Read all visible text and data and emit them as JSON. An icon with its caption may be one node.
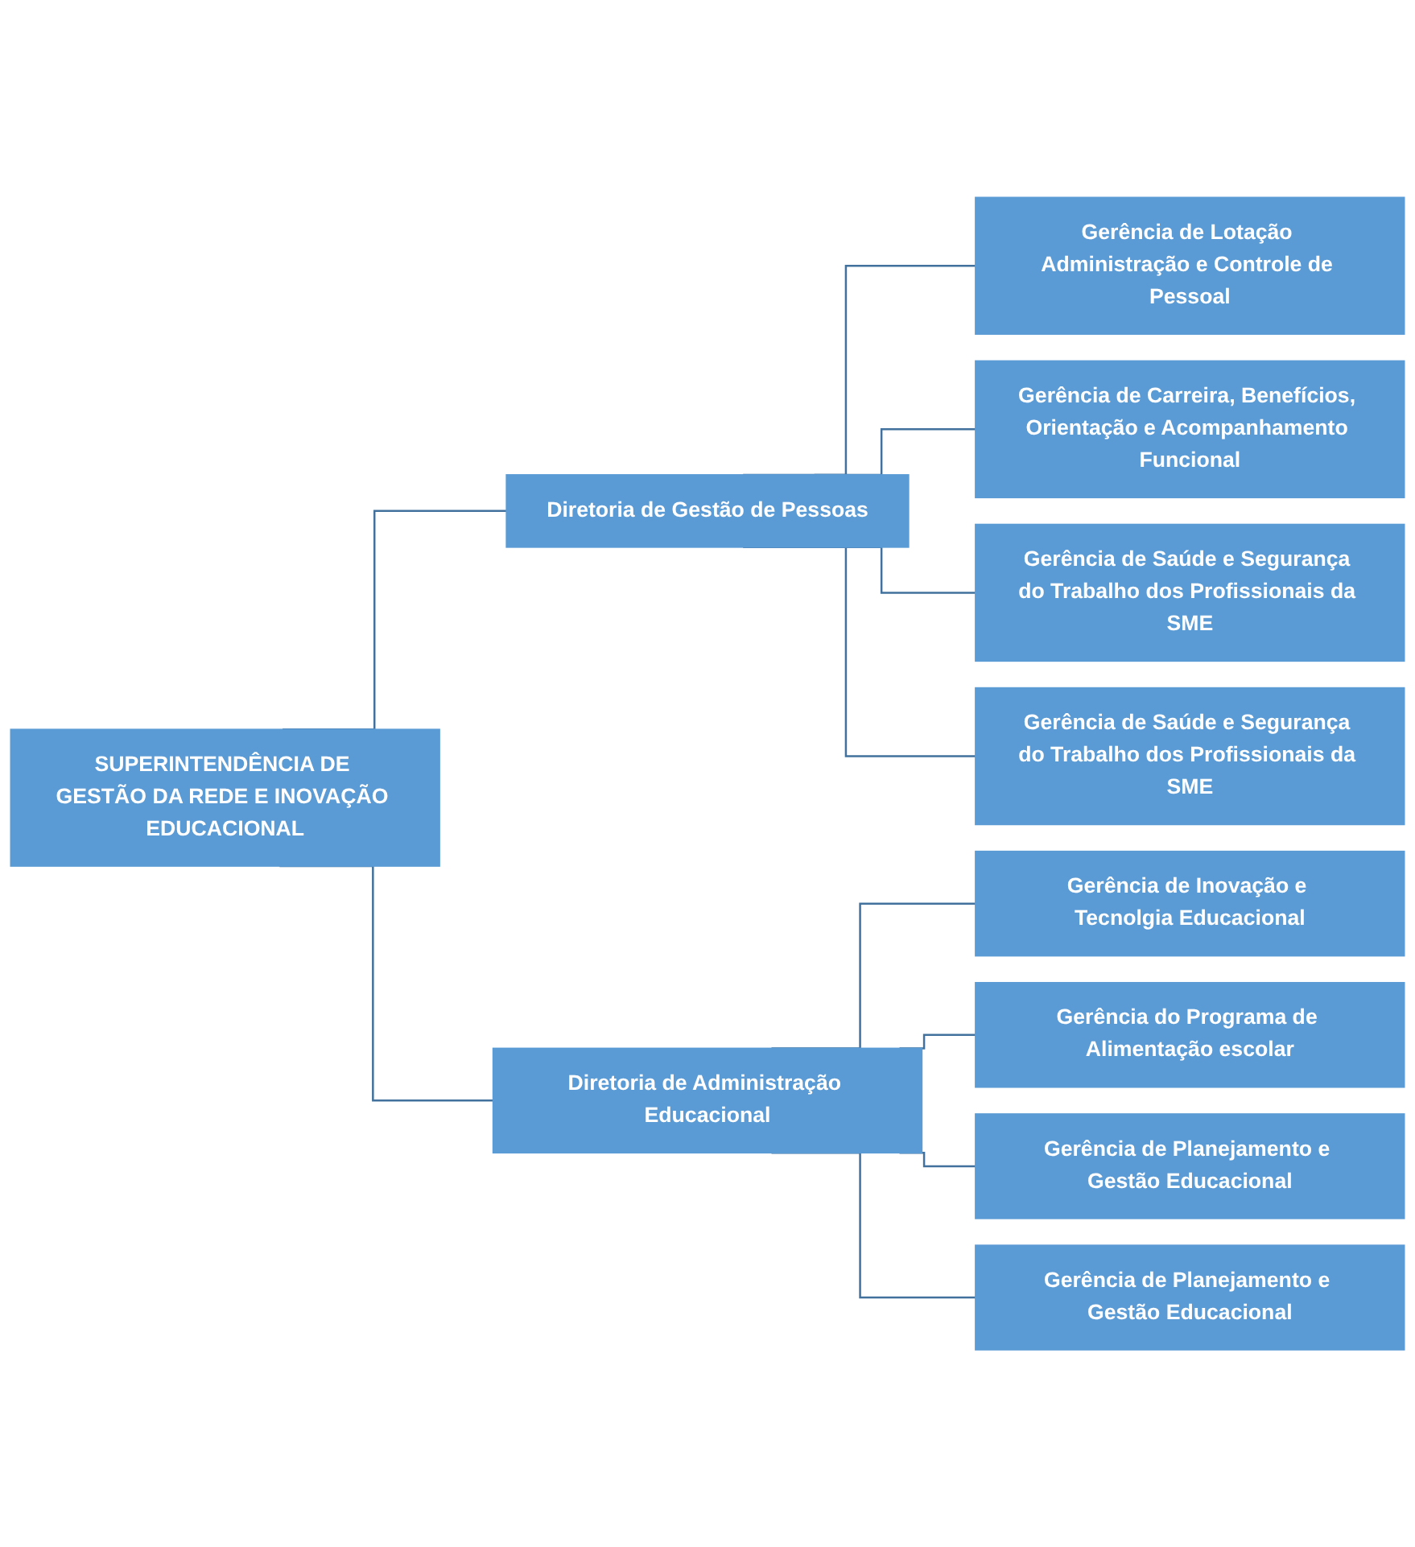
{
  "diagram": {
    "nodes": [
      {
        "text": [
          "SUPERINTENDÊNCIA DE GESTÃO DA REDE E INOVAÇÃO EDUCACIONAL"
        ]
      },
      {
        "text": [
          "Diretoria de Gestão de Pessoas"
        ]
      },
      {
        "text": [
          "Gerência de Lotação Administração e Controle de Pessoal"
        ]
      },
      {
        "text": [
          "Gerência de Carreira, Benefícios, Orientação e Acompanhamento Funcional"
        ]
      },
      {
        "text": [
          "Gerência de Saúde e Segurança do Trabalho dos Profissionais da SME"
        ]
      },
      {
        "text": [
          "Gerência de Saúde e Segurança do Trabalho dos Profissionais da SME"
        ]
      },
      {
        "text": [
          "Diretoria de Administração Educacional"
        ]
      },
      {
        "text": [
          "Gerência de Inovação e Tecnolgia Educacional"
        ]
      },
      {
        "text": [
          "Gerência do Programa de Alimentação escolar"
        ]
      },
      {
        "text": [
          "Gerência de Planejamento e Gestão Educacional"
        ]
      },
      {
        "text": [
          "Gerência de Planejamento e Gestão Educacional"
        ]
      }
    ],
    "edges": [
      {
        "from": 0,
        "to": 1,
        "arrow": "none"
      },
      {
        "from": 0,
        "to": 6,
        "arrow": "none"
      },
      {
        "from": 1,
        "to": 2,
        "arrow": "none"
      },
      {
        "from": 1,
        "to": 3,
        "arrow": "none"
      },
      {
        "from": 1,
        "to": 4,
        "arrow": "none"
      },
      {
        "from": 1,
        "to": 5,
        "arrow": "none"
      },
      {
        "from": 6,
        "to": 7,
        "arrow": "none"
      },
      {
        "from": 6,
        "to": 8,
        "arrow": "none"
      },
      {
        "from": 6,
        "to": 9,
        "arrow": "none"
      },
      {
        "from": 6,
        "to": 10,
        "arrow": "none"
      }
    ]
  }
}
